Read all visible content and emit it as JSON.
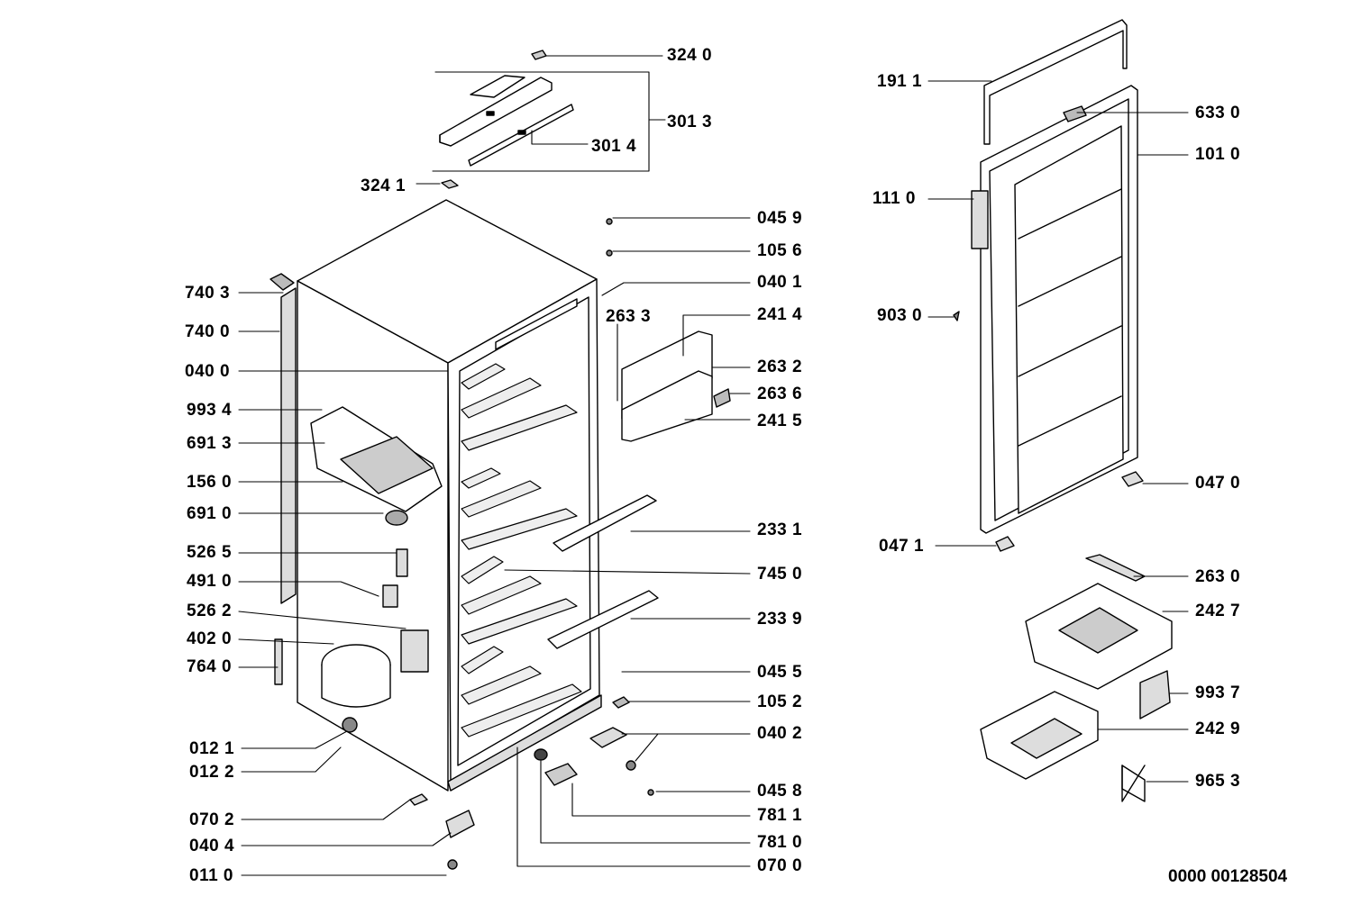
{
  "document_number": "0000 00128504",
  "labels": {
    "p3240": "324 0",
    "p3013": "301 3",
    "p3014": "301 4",
    "p3241": "324 1",
    "p0459": "045 9",
    "p1056": "105 6",
    "p0401": "040 1",
    "p2633": "263 3",
    "p2414": "241 4",
    "p2632": "263 2",
    "p2636": "263 6",
    "p2415": "241 5",
    "p2331": "233 1",
    "p7450": "745 0",
    "p2339": "233 9",
    "p0455": "045 5",
    "p1052": "105 2",
    "p0402": "040 2",
    "p0458": "045 8",
    "p7811": "781 1",
    "p7810": "781 0",
    "p0700": "070 0",
    "p7403": "740 3",
    "p7400": "740 0",
    "p0400": "040 0",
    "p9934": "993 4",
    "p6913": "691 3",
    "p1560": "156 0",
    "p6910": "691 0",
    "p5265": "526 5",
    "p4910": "491 0",
    "p5262": "526 2",
    "p4020": "402 0",
    "p7640": "764 0",
    "p0121": "012 1",
    "p0122": "012 2",
    "p0702": "070 2",
    "p0404": "040 4",
    "p0110": "011 0",
    "p1911": "191 1",
    "p6330": "633 0",
    "p1010": "101 0",
    "p1110": "111 0",
    "p9030": "903 0",
    "p0470": "047 0",
    "p0471": "047 1",
    "p2630": "263 0",
    "p2427": "242 7",
    "p9937": "993 7",
    "p2429": "242 9",
    "p9653": "965 3"
  }
}
